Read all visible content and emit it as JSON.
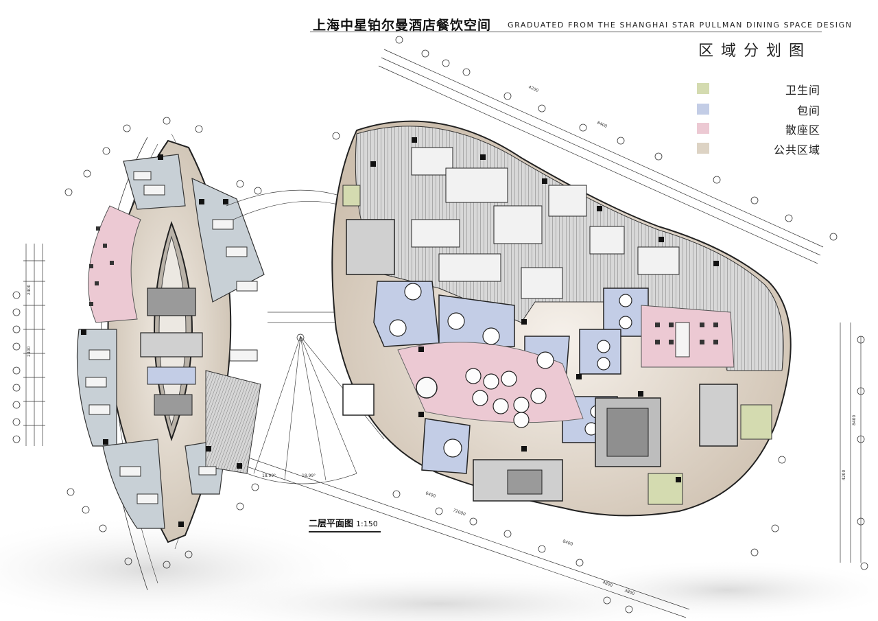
{
  "header": {
    "title_cn": "上海中星铂尔曼酒店餐饮空间",
    "title_en": "Graduated from the Shanghai star Pullman dining space design"
  },
  "legend": {
    "title": "区域分划图",
    "items": [
      {
        "label": "卫生间",
        "color": "#d4dbb0"
      },
      {
        "label": "包间",
        "color": "#c3cde6"
      },
      {
        "label": "散座区",
        "color": "#ecc9d3"
      },
      {
        "label": "公共区域",
        "color": "#ddd3c4"
      }
    ]
  },
  "plan": {
    "caption": "二层平面图",
    "scale": "1:150",
    "dimensions": [
      "4200",
      "8400",
      "6400",
      "72000",
      "4800",
      "3800",
      "2400",
      "2400"
    ],
    "annotations": [
      "18.99°",
      "18.99°"
    ]
  }
}
